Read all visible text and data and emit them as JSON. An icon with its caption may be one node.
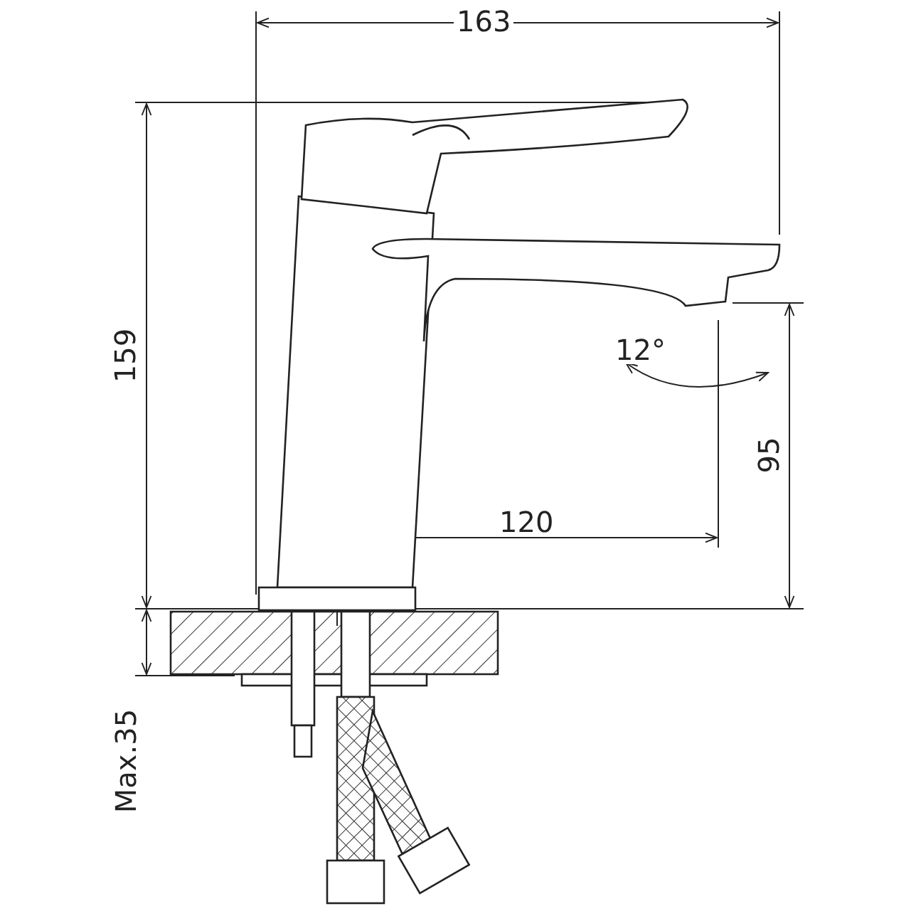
{
  "diagram": {
    "labels": [
      "163",
      "159",
      "12°",
      "95",
      "120",
      "Max.35"
    ]
  }
}
